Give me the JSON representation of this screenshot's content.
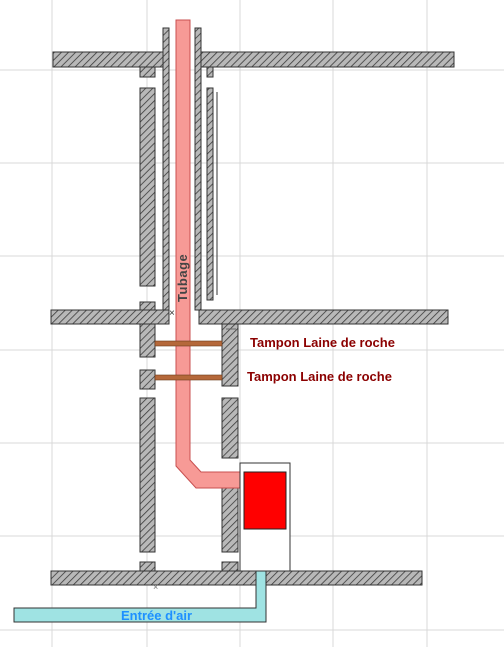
{
  "labels": {
    "tubage": "Tubage",
    "tampon_1": "Tampon Laine de roche",
    "tampon_2": "Tampon Laine de roche",
    "entree_air": "Entrée d'air"
  },
  "colors": {
    "background": "#ffffff",
    "grid": "#d9d9d9",
    "wall_fill": "#b8b8b8",
    "wall_stroke": "#333333",
    "tubage_fill": "#f79a96",
    "tubage_stroke": "#c85050",
    "tampon": "#b5683a",
    "tampon_label": "#8b0000",
    "stove_fire": "#ff0000",
    "air_duct": "#9fe3e3",
    "air_label": "#1e90ff"
  }
}
